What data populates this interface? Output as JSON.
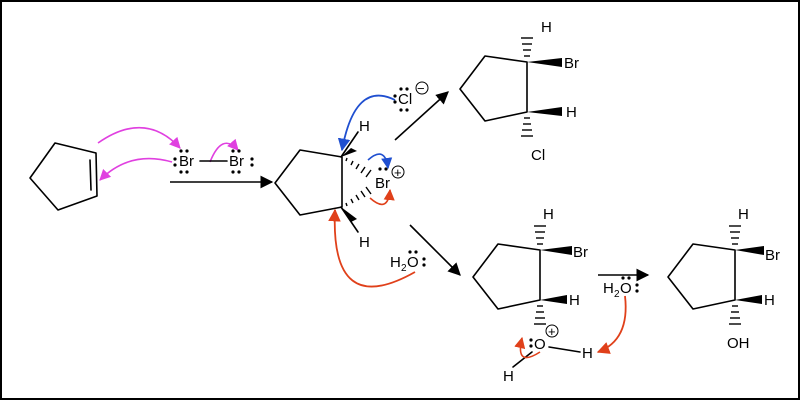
{
  "atoms": {
    "br": "Br",
    "h": "H",
    "cl": "Cl",
    "o": "O",
    "oh": "OH",
    "water_h": "H",
    "water_sub": "2",
    "water_o": "O"
  },
  "charges": {
    "plus": "+",
    "minus": "−"
  },
  "colors": {
    "bromine_attack_arrows": "#e040e0",
    "chloride_arrows": "#1f4fd0",
    "water_arrows": "#e0401a",
    "bonds": "#000000",
    "border": "#000000"
  }
}
